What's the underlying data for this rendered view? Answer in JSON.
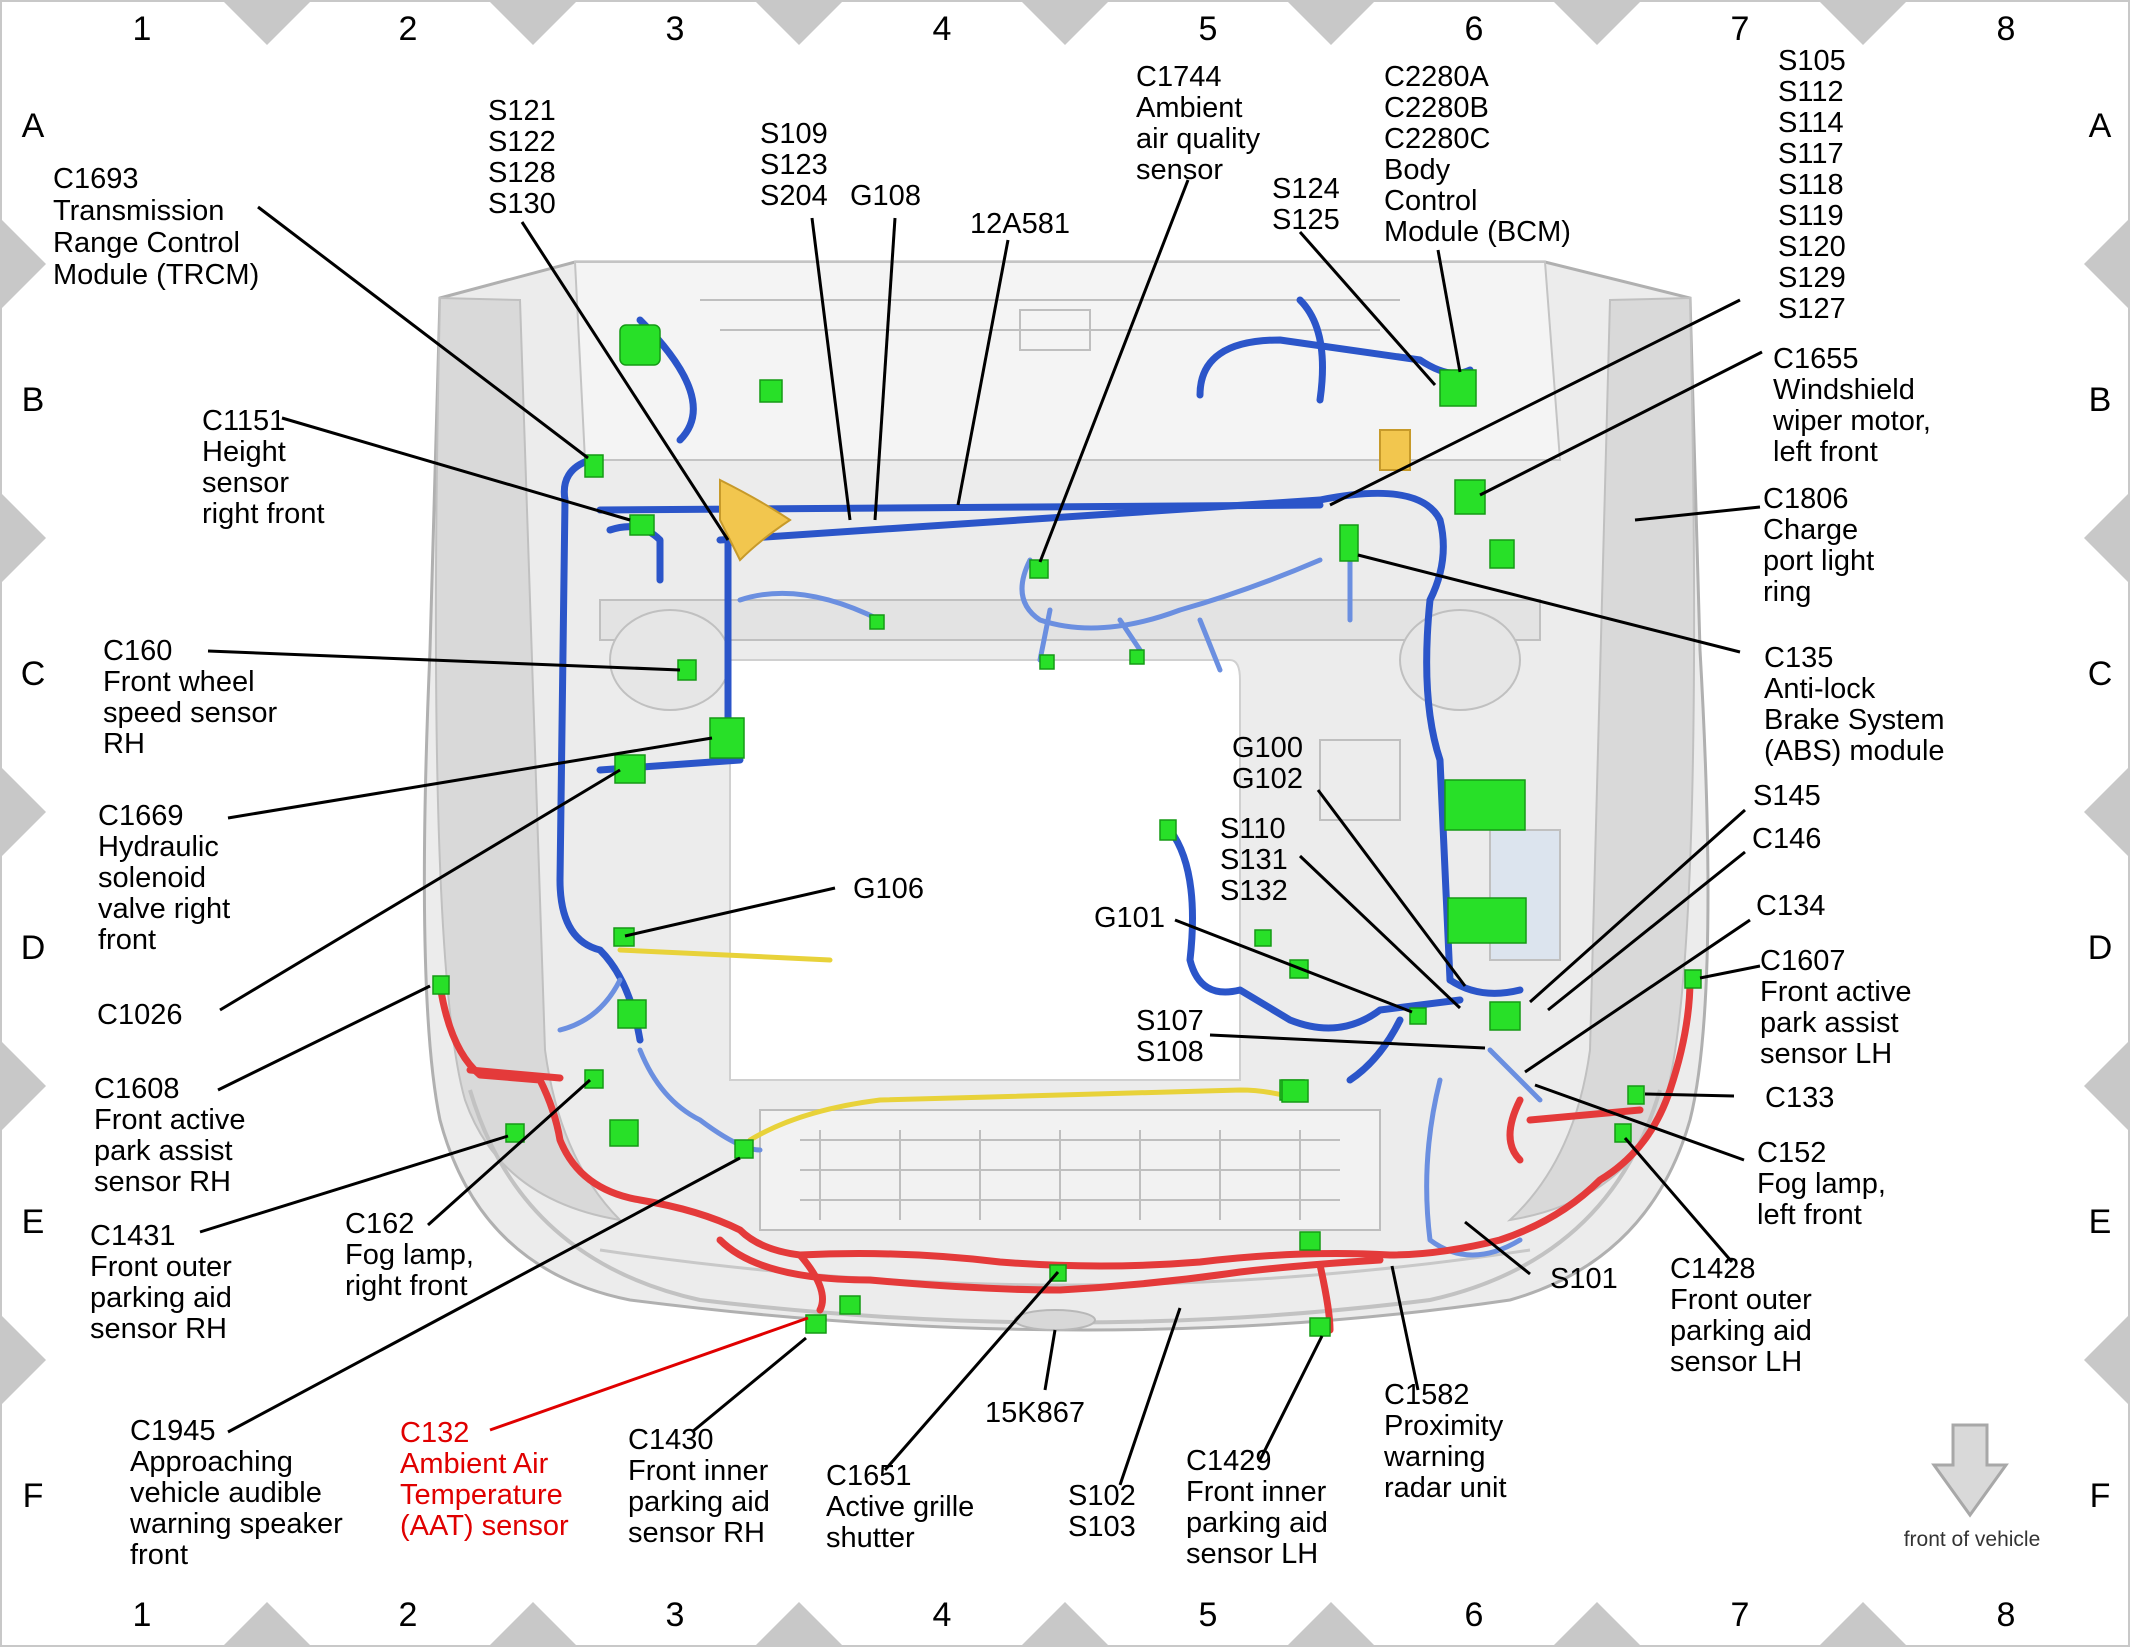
{
  "grid": {
    "columns": [
      "1",
      "2",
      "3",
      "4",
      "5",
      "6",
      "7",
      "8"
    ],
    "rows": [
      "A",
      "B",
      "C",
      "D",
      "E",
      "F"
    ]
  },
  "labels": {
    "c1693": [
      "C1693",
      "Transmission",
      "Range Control",
      "Module (TRCM)"
    ],
    "s121": [
      "S121",
      "S122",
      "S128",
      "S130"
    ],
    "s109": [
      "S109",
      "S123",
      "S204"
    ],
    "g108": [
      "G108"
    ],
    "a12a581": [
      "12A581"
    ],
    "c1744": [
      "C1744",
      "Ambient",
      "air quality",
      "sensor"
    ],
    "s124": [
      "S124",
      "S125"
    ],
    "c2280": [
      "C2280A",
      "C2280B",
      "C2280C",
      "Body",
      "Control",
      "Module (BCM)"
    ],
    "s105": [
      "S105",
      "S112",
      "S114",
      "S117",
      "S118",
      "S119",
      "S120",
      "S129",
      "S127"
    ],
    "c1151": [
      "C1151",
      "Height",
      "sensor",
      "right front"
    ],
    "c1655": [
      "C1655",
      "Windshield",
      "wiper motor,",
      "left front"
    ],
    "c1806": [
      "C1806",
      "Charge",
      "port light",
      "ring"
    ],
    "c160": [
      "C160",
      "Front wheel",
      "speed sensor",
      "RH"
    ],
    "c135": [
      "C135",
      "Anti-lock",
      "Brake System",
      "(ABS) module"
    ],
    "g100": [
      "G100",
      "G102"
    ],
    "s110": [
      "S110",
      "S131",
      "S132"
    ],
    "s145": [
      "S145"
    ],
    "c146": [
      "C146"
    ],
    "c134": [
      "C134"
    ],
    "c1669": [
      "C1669",
      "Hydraulic",
      "solenoid",
      "valve right",
      "front"
    ],
    "g106": [
      "G106"
    ],
    "g101": [
      "G101"
    ],
    "c1607": [
      "C1607",
      "Front active",
      "park assist",
      "sensor LH"
    ],
    "c1026": [
      "C1026"
    ],
    "s107": [
      "S107",
      "S108"
    ],
    "c1608": [
      "C1608",
      "Front active",
      "park assist",
      "sensor RH"
    ],
    "c133": [
      "C133"
    ],
    "c152": [
      "C152",
      "Fog lamp,",
      "left front"
    ],
    "c162": [
      "C162",
      "Fog lamp,",
      "right front"
    ],
    "c1431": [
      "C1431",
      "Front outer",
      "parking aid",
      "sensor RH"
    ],
    "s101": [
      "S101"
    ],
    "c1428": [
      "C1428",
      "Front outer",
      "parking aid",
      "sensor LH"
    ],
    "c1582": [
      "C1582",
      "Proximity",
      "warning",
      "radar unit"
    ],
    "c1945": [
      "C1945",
      "Approaching",
      "vehicle audible",
      "warning speaker",
      "front"
    ],
    "c132": [
      "C132",
      "Ambient Air",
      "Temperature",
      "(AAT) sensor"
    ],
    "c1430": [
      "C1430",
      "Front inner",
      "parking aid",
      "sensor RH"
    ],
    "c1651": [
      "C1651",
      "Active grille",
      "shutter"
    ],
    "k15k867": [
      "15K867"
    ],
    "s102": [
      "S102",
      "S103"
    ],
    "c1429": [
      "C1429",
      "Front inner",
      "parking aid",
      "sensor LH"
    ]
  },
  "footer": {
    "direction_label": "front of vehicle"
  },
  "colors": {
    "harness_main": "#2b55c9",
    "harness_branch": "#6b8fe0",
    "harness_bumper": "#e43a3a",
    "harness_grille": "#e8d23a",
    "connector": "#28e028",
    "highlight_label": "#e00000",
    "frame_triangle": "#c8c8c8"
  }
}
